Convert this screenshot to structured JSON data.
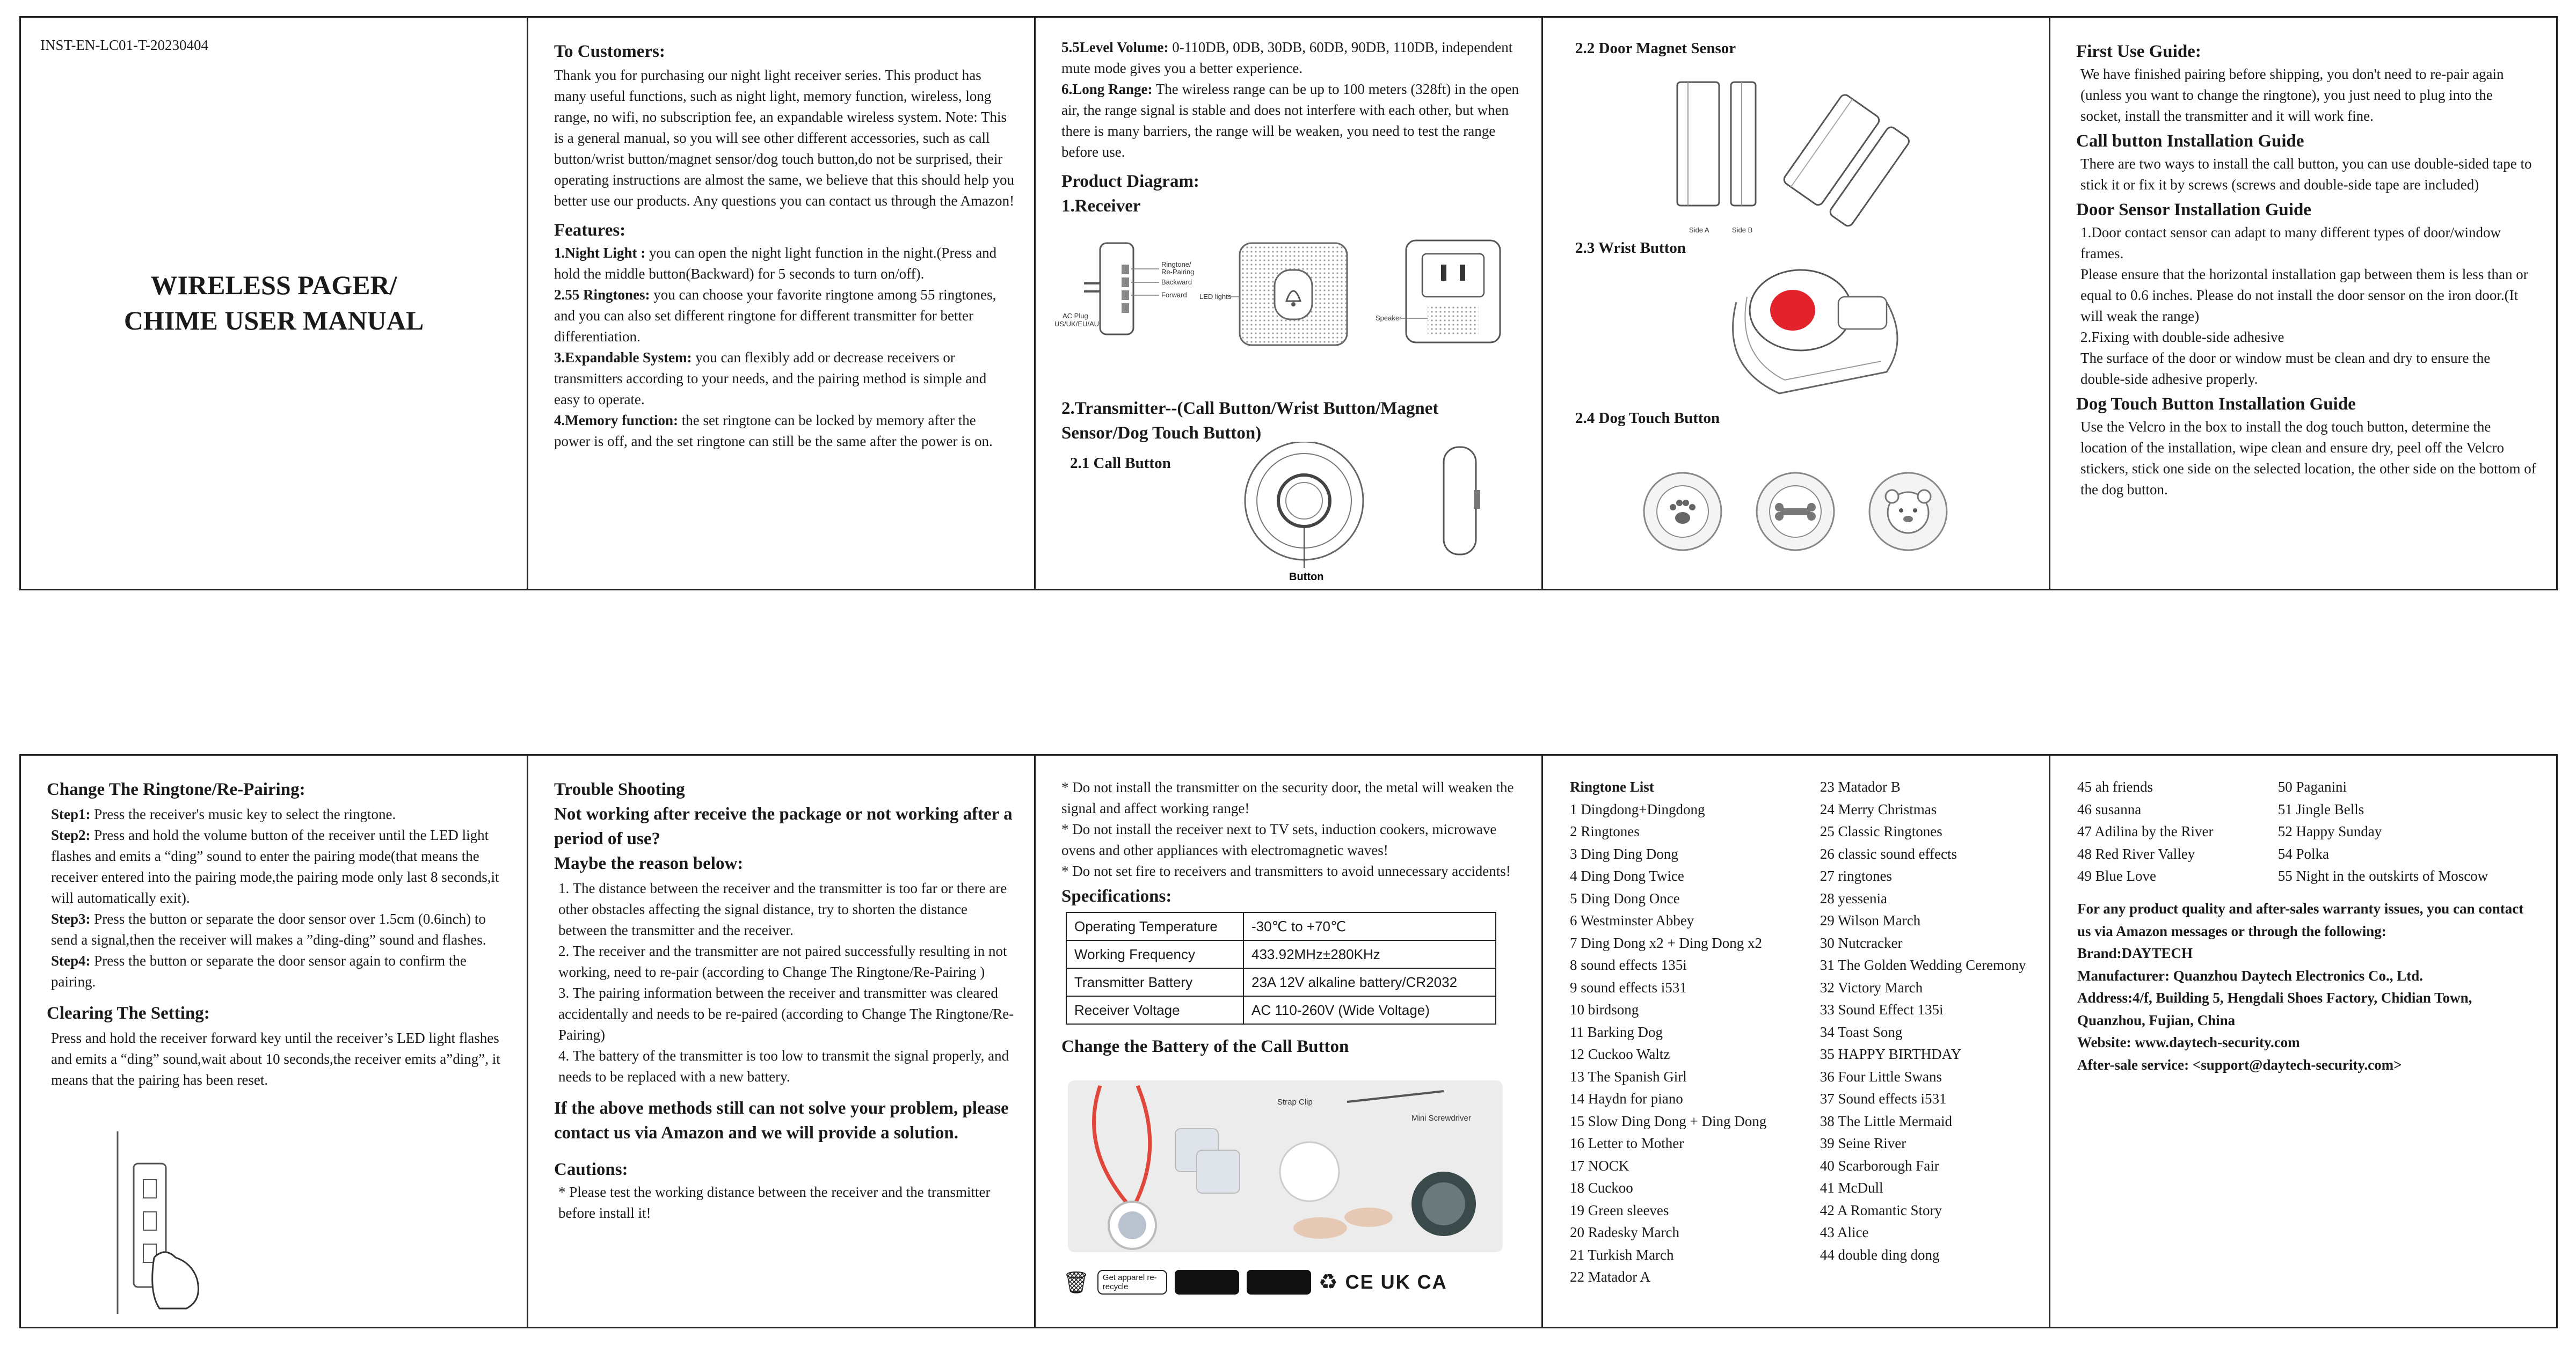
{
  "doc_id": "INST-EN-LC01-T-20230404",
  "manual_title": [
    "WIRELESS PAGER/",
    "CHIME USER MANUAL"
  ],
  "customers": {
    "heading": "To Customers:",
    "text": "Thank you for purchasing our night light receiver series. This product has many useful functions, such as night light, memory function, wireless, long range, no wifi, no subscription fee, an expandable wireless system. Note: This is a general manual, so you will see other different accessories, such as call button/wrist button/magnet sensor/dog touch button,do not be surprised, their operating instructions are almost the same, we believe that this should help you better use our products. Any questions you can contact us through the Amazon!"
  },
  "features": {
    "heading": "Features:",
    "items": [
      {
        "label": "1.Night Light :",
        "text": " you can open the night light function in the night.(Press and hold the middle button(Backward) for 5 seconds to turn on/off)."
      },
      {
        "label": "2.55 Ringtones:",
        "text": " you can choose your favorite ringtone among 55 ringtones, and you can also set different ringtone for different transmitter for better differentiation."
      },
      {
        "label": "3.Expandable System:",
        "text": " you can flexibly add or decrease receivers or transmitters according to your needs, and the pairing method is simple and easy to operate."
      },
      {
        "label": "4.Memory function:",
        "text": " the set ringtone can be locked by memory after the power is off, and the set ringtone can still be the same after the power is on."
      }
    ]
  },
  "panel3": {
    "level_label": "5.5Level Volume:",
    "level_text": " 0-110DB, 0DB, 30DB, 60DB, 90DB, 110DB, independent mute mode gives you a better experience.",
    "range_label": "6.Long Range:",
    "range_text": " The wireless range can be up to 100 meters (328ft) in the open air, the range signal is stable and does not interfere with each other, but when there is many barriers, the range will be weaken, you need to test the range before use.",
    "diagram_heading": "Product Diagram:",
    "receiver_heading": "1.Receiver",
    "transmitter_heading": "2.Transmitter--(Call Button/Wrist Button/Magnet Sensor/Dog Touch Button)",
    "call_button_heading": "2.1 Call Button",
    "labels": {
      "ringtone": "Ringtone/",
      "repairing": "Re-Pairing",
      "backward": "Backward",
      "forward": "Forward",
      "ac_plug": "AC Plug",
      "plug_types": "US/UK/EU/AU",
      "led": "LED lights",
      "speaker": "Speaker",
      "button": "Button"
    }
  },
  "panel4": {
    "door_heading": "2.2 Door Magnet Sensor",
    "side_a": "Side A",
    "side_b": "Side B",
    "wrist_heading": "2.3 Wrist Button",
    "dog_heading": "2.4 Dog Touch Button"
  },
  "panel5": {
    "first_use_heading": "First Use Guide:",
    "first_use_text": "We have finished pairing before shipping, you don't need to re-pair again (unless you want to change the ringtone), you just need to plug into the socket, install the transmitter and it will work fine.",
    "call_install_heading": "Call button Installation Guide",
    "call_install_text": "There are two ways to install the call button, you can use double-sided tape to stick it or fix it by screws (screws and double-side tape are included)",
    "door_install_heading": "Door Sensor Installation Guide",
    "door_install_lines": [
      "1.Door contact sensor can adapt to many different types of door/window frames.",
      "Please ensure that the horizontal installation gap between them is less than or equal to 0.6 inches. Please do not install the door sensor on the iron door.(It will weak the range)",
      "2.Fixing with double-side adhesive",
      "The surface of the door or window must be clean and dry to ensure the double-side adhesive properly."
    ],
    "dog_install_heading": "Dog Touch Button Installation Guide",
    "dog_install_text": "Use the Velcro in the box to install the dog touch button, determine the location of the installation, wipe clean and ensure dry, peel off the Velcro stickers, stick one side on the selected location, the other side on the bottom of the dog button."
  },
  "panel6": {
    "heading": "Change The Ringtone/Re-Pairing:",
    "steps": [
      {
        "label": "Step1:",
        "text": " Press the receiver's music key to select the ringtone."
      },
      {
        "label": "Step2:",
        "text": " Press and hold the volume button of the receiver until the LED light flashes and emits a “ding” sound to enter the pairing mode(that means the receiver entered into the pairing mode,the pairing mode only last 8 seconds,it will automatically exit)."
      },
      {
        "label": "Step3:",
        "text": " Press the button or separate the door sensor over 1.5cm (0.6inch) to send a signal,then the receiver will makes a ”ding-ding” sound and flashes."
      },
      {
        "label": "Step4:",
        "text": " Press the button or separate the door sensor again to confirm the pairing."
      }
    ],
    "clearing_heading": "Clearing The Setting:",
    "clearing_text": "Press and hold the receiver forward key until the receiver’s LED light flashes and emits a “ding” sound,wait about 10 seconds,the receiver emits a”ding”, it means that the pairing has been reset."
  },
  "panel7": {
    "heading": "Trouble Shooting",
    "question": "Not working after receive the package or not working after a period of use?",
    "reason_heading": "Maybe the reason below:",
    "reasons": [
      "1. The distance between the receiver and the transmitter is too far or there are other obstacles affecting the signal distance, try to shorten the distance between the transmitter and the receiver.",
      "2. The receiver and the transmitter are not paired successfully resulting in not working, need to re-pair (according to Change The Ringtone/Re-Pairing )",
      "3. The pairing information between the receiver and transmitter was cleared accidentally and needs to be re-paired (according to Change The Ringtone/Re-Pairing)",
      "4. The battery of the transmitter is too low to transmit the signal properly, and needs to be replaced with a new battery."
    ],
    "contact": "If the above methods still can not solve your problem, please contact us via Amazon and we will provide a solution.",
    "cautions_heading": "Cautions:",
    "caution1": "* Please test the working distance between the receiver and the transmitter before install it!"
  },
  "panel8": {
    "cautions": [
      "* Do not install the transmitter on the security door, the metal will weaken the signal and affect working range!",
      "* Do not install the receiver next to TV sets, induction cookers, microwave ovens and other appliances with electromagnetic waves!",
      "* Do not set fire to receivers and transmitters to avoid unnecessary accidents!"
    ],
    "spec_heading": "Specifications:",
    "specs": [
      [
        "Operating Temperature",
        "-30℃  to +70℃"
      ],
      [
        "Working Frequency",
        "433.92MHz±280KHz"
      ],
      [
        "Transmitter Battery",
        "23A 12V alkaline battery/CR2032"
      ],
      [
        "Receiver Voltage",
        "AC 110-260V (Wide Voltage)"
      ]
    ],
    "battery_heading": "Change the Battery of the Call Button",
    "strap_clip": "Strap Clip",
    "screwdriver": "Mini Screwdriver",
    "recycle": "Get apparel re-recycle",
    "certs": "CE UK CA"
  },
  "ringtones": {
    "heading": "Ringtone List",
    "col1": [
      "1 Dingdong+Dingdong",
      "2 Ringtones",
      "3 Ding Ding Dong",
      "4 Ding Dong Twice",
      "5 Ding Dong Once",
      "6 Westminster Abbey",
      "7 Ding Dong x2 + Ding Dong x2",
      "8 sound effects 135i",
      "9 sound effects i531",
      "10 birdsong",
      "11 Barking Dog",
      "12 Cuckoo Waltz",
      "13 The Spanish Girl",
      "14 Haydn for piano",
      "15 Slow Ding Dong + Ding Dong",
      "16 Letter to Mother",
      "17 NOCK",
      "18 Cuckoo",
      "19 Green sleeves",
      "20 Radesky March",
      "21 Turkish March",
      "22 Matador A"
    ],
    "col2": [
      "23 Matador B",
      "24 Merry Christmas",
      "25 Classic Ringtones",
      "26 classic sound effects",
      "27 ringtones",
      "28 yessenia",
      "29 Wilson March",
      "30 Nutcracker",
      "31 The Golden Wedding Ceremony",
      "32 Victory March",
      "33 Sound Effect 135i",
      "34 Toast Song",
      "35 HAPPY BIRTHDAY",
      "36 Four Little Swans",
      "37 Sound effects i531",
      "38 The Little Mermaid",
      "39 Seine River",
      "40 Scarborough Fair",
      "41 McDull",
      "42 A Romantic Story",
      "43 Alice",
      "44 double ding dong"
    ],
    "col3": [
      "45 ah friends",
      "46 susanna",
      "47 Adilina by the River",
      "48 Red River Valley",
      "49 Blue Love"
    ],
    "col4": [
      "50 Paganini",
      "51 Jingle Bells",
      "52 Happy Sunday",
      "54 Polka",
      "55 Night in the outskirts of Moscow"
    ]
  },
  "contact": {
    "intro": "For any product quality and after-sales warranty issues, you can contact us via Amazon messages or through the following:",
    "brand": "Brand:DAYTECH",
    "manufacturer": "Manufacturer: Quanzhou Daytech Electronics Co., Ltd.",
    "address": "Address:4/f, Building 5, Hengdali Shoes Factory, Chidian Town, Quanzhou, Fujian, China",
    "website": "Website: www.daytech-security.com",
    "service": "After-sale service: <support@daytech-security.com>"
  }
}
